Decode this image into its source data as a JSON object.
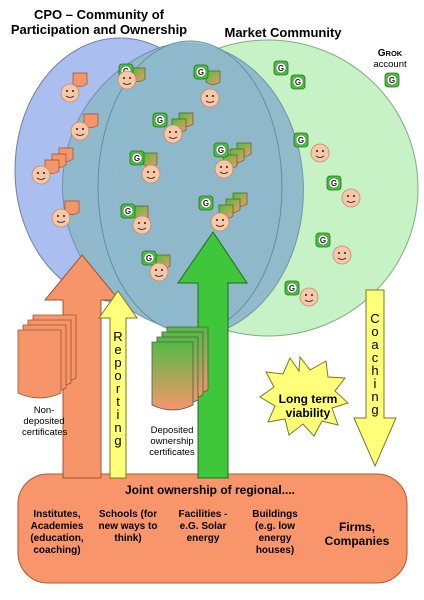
{
  "titles": {
    "cpo": "CPO – Community of Participation and Ownership",
    "market": "Market Community"
  },
  "grok_account": {
    "label_big": "G",
    "label_small": "ROK",
    "label_line2": "account"
  },
  "labels": {
    "non_deposited": "Non-deposited certificates",
    "deposited": "Deposited ownership certificates",
    "long_term": "Long term viability",
    "joint": "Joint ownership of regional...."
  },
  "vertical_words": {
    "reporting": "Reporting",
    "coaching": "Coaching"
  },
  "bottom_items": [
    "Institutes, Academies (education, coaching)",
    "Schools (for new ways to think)",
    "Facilities - e.G. Solar energy",
    "Buildings (e.g. low energy houses)",
    "Firms, Companies"
  ],
  "icons": {
    "g_badge": "G",
    "face": "smiley-face-icon",
    "certificate": "certificate-icon"
  },
  "colors": {
    "cpo_circle": "#aabff0",
    "market_circle": "#c6f2c6",
    "overlap": "#8fb9cc",
    "orange": "#f7956a",
    "green": "#46c23a",
    "yellow": "#ffff7a",
    "bottom_box": "#f8956a"
  }
}
